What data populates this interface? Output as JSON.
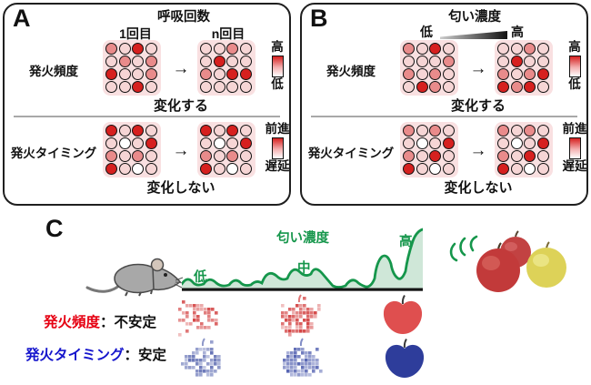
{
  "ui": {
    "arrow": "→"
  },
  "colors": {
    "circle_L": "#f6d5d5",
    "circle_M": "#e98b8b",
    "circle_D": "#d6201f",
    "circle_W": "#ffffff",
    "grid_bg": "#f9e0e1",
    "green": "#15964b",
    "green_fill": "#cfe7d8",
    "red_text": "#e60012",
    "blue_text": "#1515cc"
  },
  "panel_a": {
    "label": "A",
    "title": "呼吸回数",
    "col1_label": "1回目",
    "col2_label": "n回目",
    "rows": [
      {
        "label": "発火頻度",
        "grid1": [
          "M",
          "L",
          "D",
          "L",
          "L",
          "M",
          "L",
          "M",
          "D",
          "L",
          "L",
          "M",
          "L",
          "L",
          "D",
          "L"
        ],
        "grid2": [
          "L",
          "L",
          "M",
          "L",
          "L",
          "D",
          "L",
          "L",
          "M",
          "L",
          "D",
          "D",
          "L",
          "L",
          "L",
          "L"
        ],
        "scale_top": "高",
        "scale_bottom": "低",
        "caption": "変化する"
      },
      {
        "label": "発火タイミング",
        "grid1": [
          "D",
          "L",
          "D",
          "L",
          "L",
          "W",
          "L",
          "D",
          "M",
          "L",
          "M",
          "L",
          "D",
          "L",
          "W",
          "L"
        ],
        "grid2": [
          "D",
          "L",
          "D",
          "L",
          "L",
          "W",
          "L",
          "D",
          "M",
          "L",
          "M",
          "L",
          "D",
          "L",
          "W",
          "L"
        ],
        "scale_top": "前進",
        "scale_bottom": "遅延",
        "caption": "変化しない"
      }
    ]
  },
  "panel_b": {
    "label": "B",
    "title": "匂い濃度",
    "low_label": "低",
    "high_label": "高",
    "rows": [
      {
        "label": "発火頻度",
        "grid1": [
          "M",
          "L",
          "D",
          "L",
          "L",
          "L",
          "L",
          "M",
          "M",
          "L",
          "M",
          "L",
          "L",
          "D",
          "M",
          "L"
        ],
        "grid2": [
          "L",
          "L",
          "M",
          "L",
          "L",
          "D",
          "L",
          "L",
          "M",
          "L",
          "M",
          "D",
          "D",
          "M",
          "D",
          "L"
        ],
        "scale_top": "高",
        "scale_bottom": "低",
        "caption": "変化する"
      },
      {
        "label": "発火タイミング",
        "grid1": [
          "M",
          "L",
          "M",
          "L",
          "L",
          "W",
          "L",
          "D",
          "M",
          "L",
          "D",
          "L",
          "D",
          "L",
          "W",
          "L"
        ],
        "grid2": [
          "M",
          "L",
          "M",
          "L",
          "L",
          "W",
          "L",
          "D",
          "M",
          "L",
          "D",
          "L",
          "D",
          "L",
          "W",
          "L"
        ],
        "scale_top": "前進",
        "scale_bottom": "遅延",
        "caption": "変化しない"
      }
    ]
  },
  "panel_c": {
    "label": "C",
    "curve_title": "匂い濃度",
    "low": "低",
    "mid": "中",
    "high": "高",
    "freq_label": "発火頻度",
    "freq_suffix": "：不安定",
    "timing_label": "発火タイミング",
    "timing_suffix": "：安定",
    "apples": [
      {
        "level": "低",
        "row": "頻度",
        "noise": 0.8,
        "color": "#d23c3c"
      },
      {
        "level": "中",
        "row": "頻度",
        "noise": 0.5,
        "color": "#d23c3c"
      },
      {
        "level": "高",
        "row": "頻度",
        "noise": 0.0,
        "color": "#df4f4f"
      },
      {
        "level": "低",
        "row": "タイミング",
        "noise": 0.42,
        "color": "#5e6cb2"
      },
      {
        "level": "中",
        "row": "タイミング",
        "noise": 0.26,
        "color": "#4d5cae"
      },
      {
        "level": "高",
        "row": "タイミング",
        "noise": 0.0,
        "color": "#2e3d9b"
      }
    ]
  }
}
